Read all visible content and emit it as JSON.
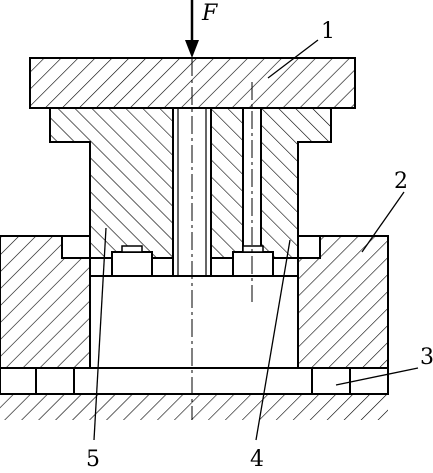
{
  "diagram": {
    "force_label": "F",
    "callouts": [
      {
        "id": "1",
        "text": "1"
      },
      {
        "id": "2",
        "text": "2"
      },
      {
        "id": "3",
        "text": "3"
      },
      {
        "id": "4",
        "text": "4"
      },
      {
        "id": "5",
        "text": "5"
      }
    ],
    "colors": {
      "line": "#000000",
      "background": "#ffffff"
    }
  }
}
